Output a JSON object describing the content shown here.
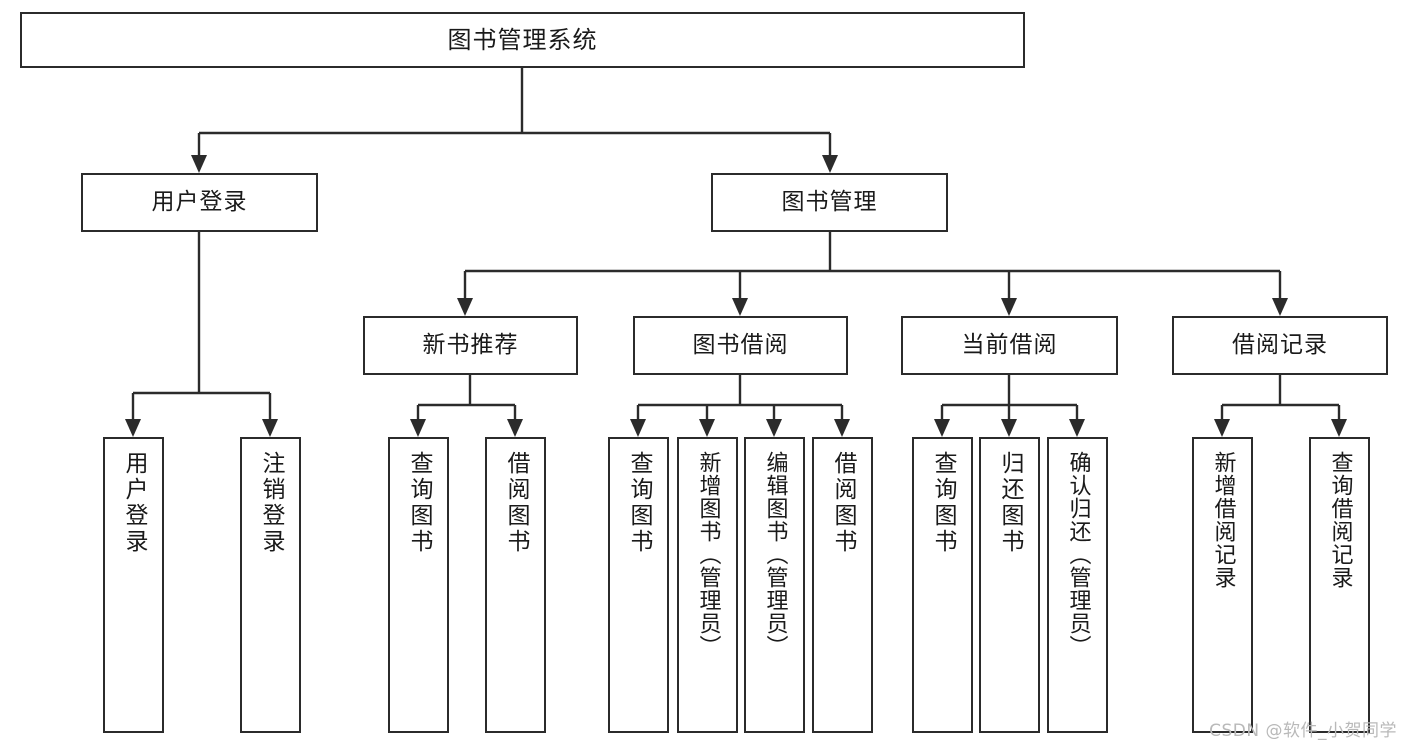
{
  "diagram": {
    "type": "tree",
    "title": "图书管理系统",
    "watermark": "CSDN @软件_小贺同学",
    "colors": {
      "stroke": "#2b2b2b",
      "fill": "#ffffff",
      "text": "#1a1a1a",
      "watermark": "#b9b9b9"
    },
    "root": {
      "label": "图书管理系统"
    },
    "branches": [
      {
        "label": "用户登录"
      },
      {
        "label": "图书管理"
      }
    ],
    "groups": [
      {
        "label": "新书推荐"
      },
      {
        "label": "图书借阅"
      },
      {
        "label": "当前借阅"
      },
      {
        "label": "借阅记录"
      }
    ],
    "leaves": {
      "user_login": [
        {
          "label": "用户登录"
        },
        {
          "label": "注销登录"
        }
      ],
      "new_book": [
        {
          "label": "查询图书"
        },
        {
          "label": "借阅图书"
        }
      ],
      "borrow_book": [
        {
          "label": "查询图书"
        },
        {
          "label": "新增图书（管理员）"
        },
        {
          "label": "编辑图书（管理员）"
        },
        {
          "label": "借阅图书"
        }
      ],
      "current_borrow": [
        {
          "label": "查询图书"
        },
        {
          "label": "归还图书"
        },
        {
          "label": "确认归还（管理员）"
        }
      ],
      "borrow_record": [
        {
          "label": "新增借阅记录"
        },
        {
          "label": "查询借阅记录"
        }
      ]
    }
  }
}
